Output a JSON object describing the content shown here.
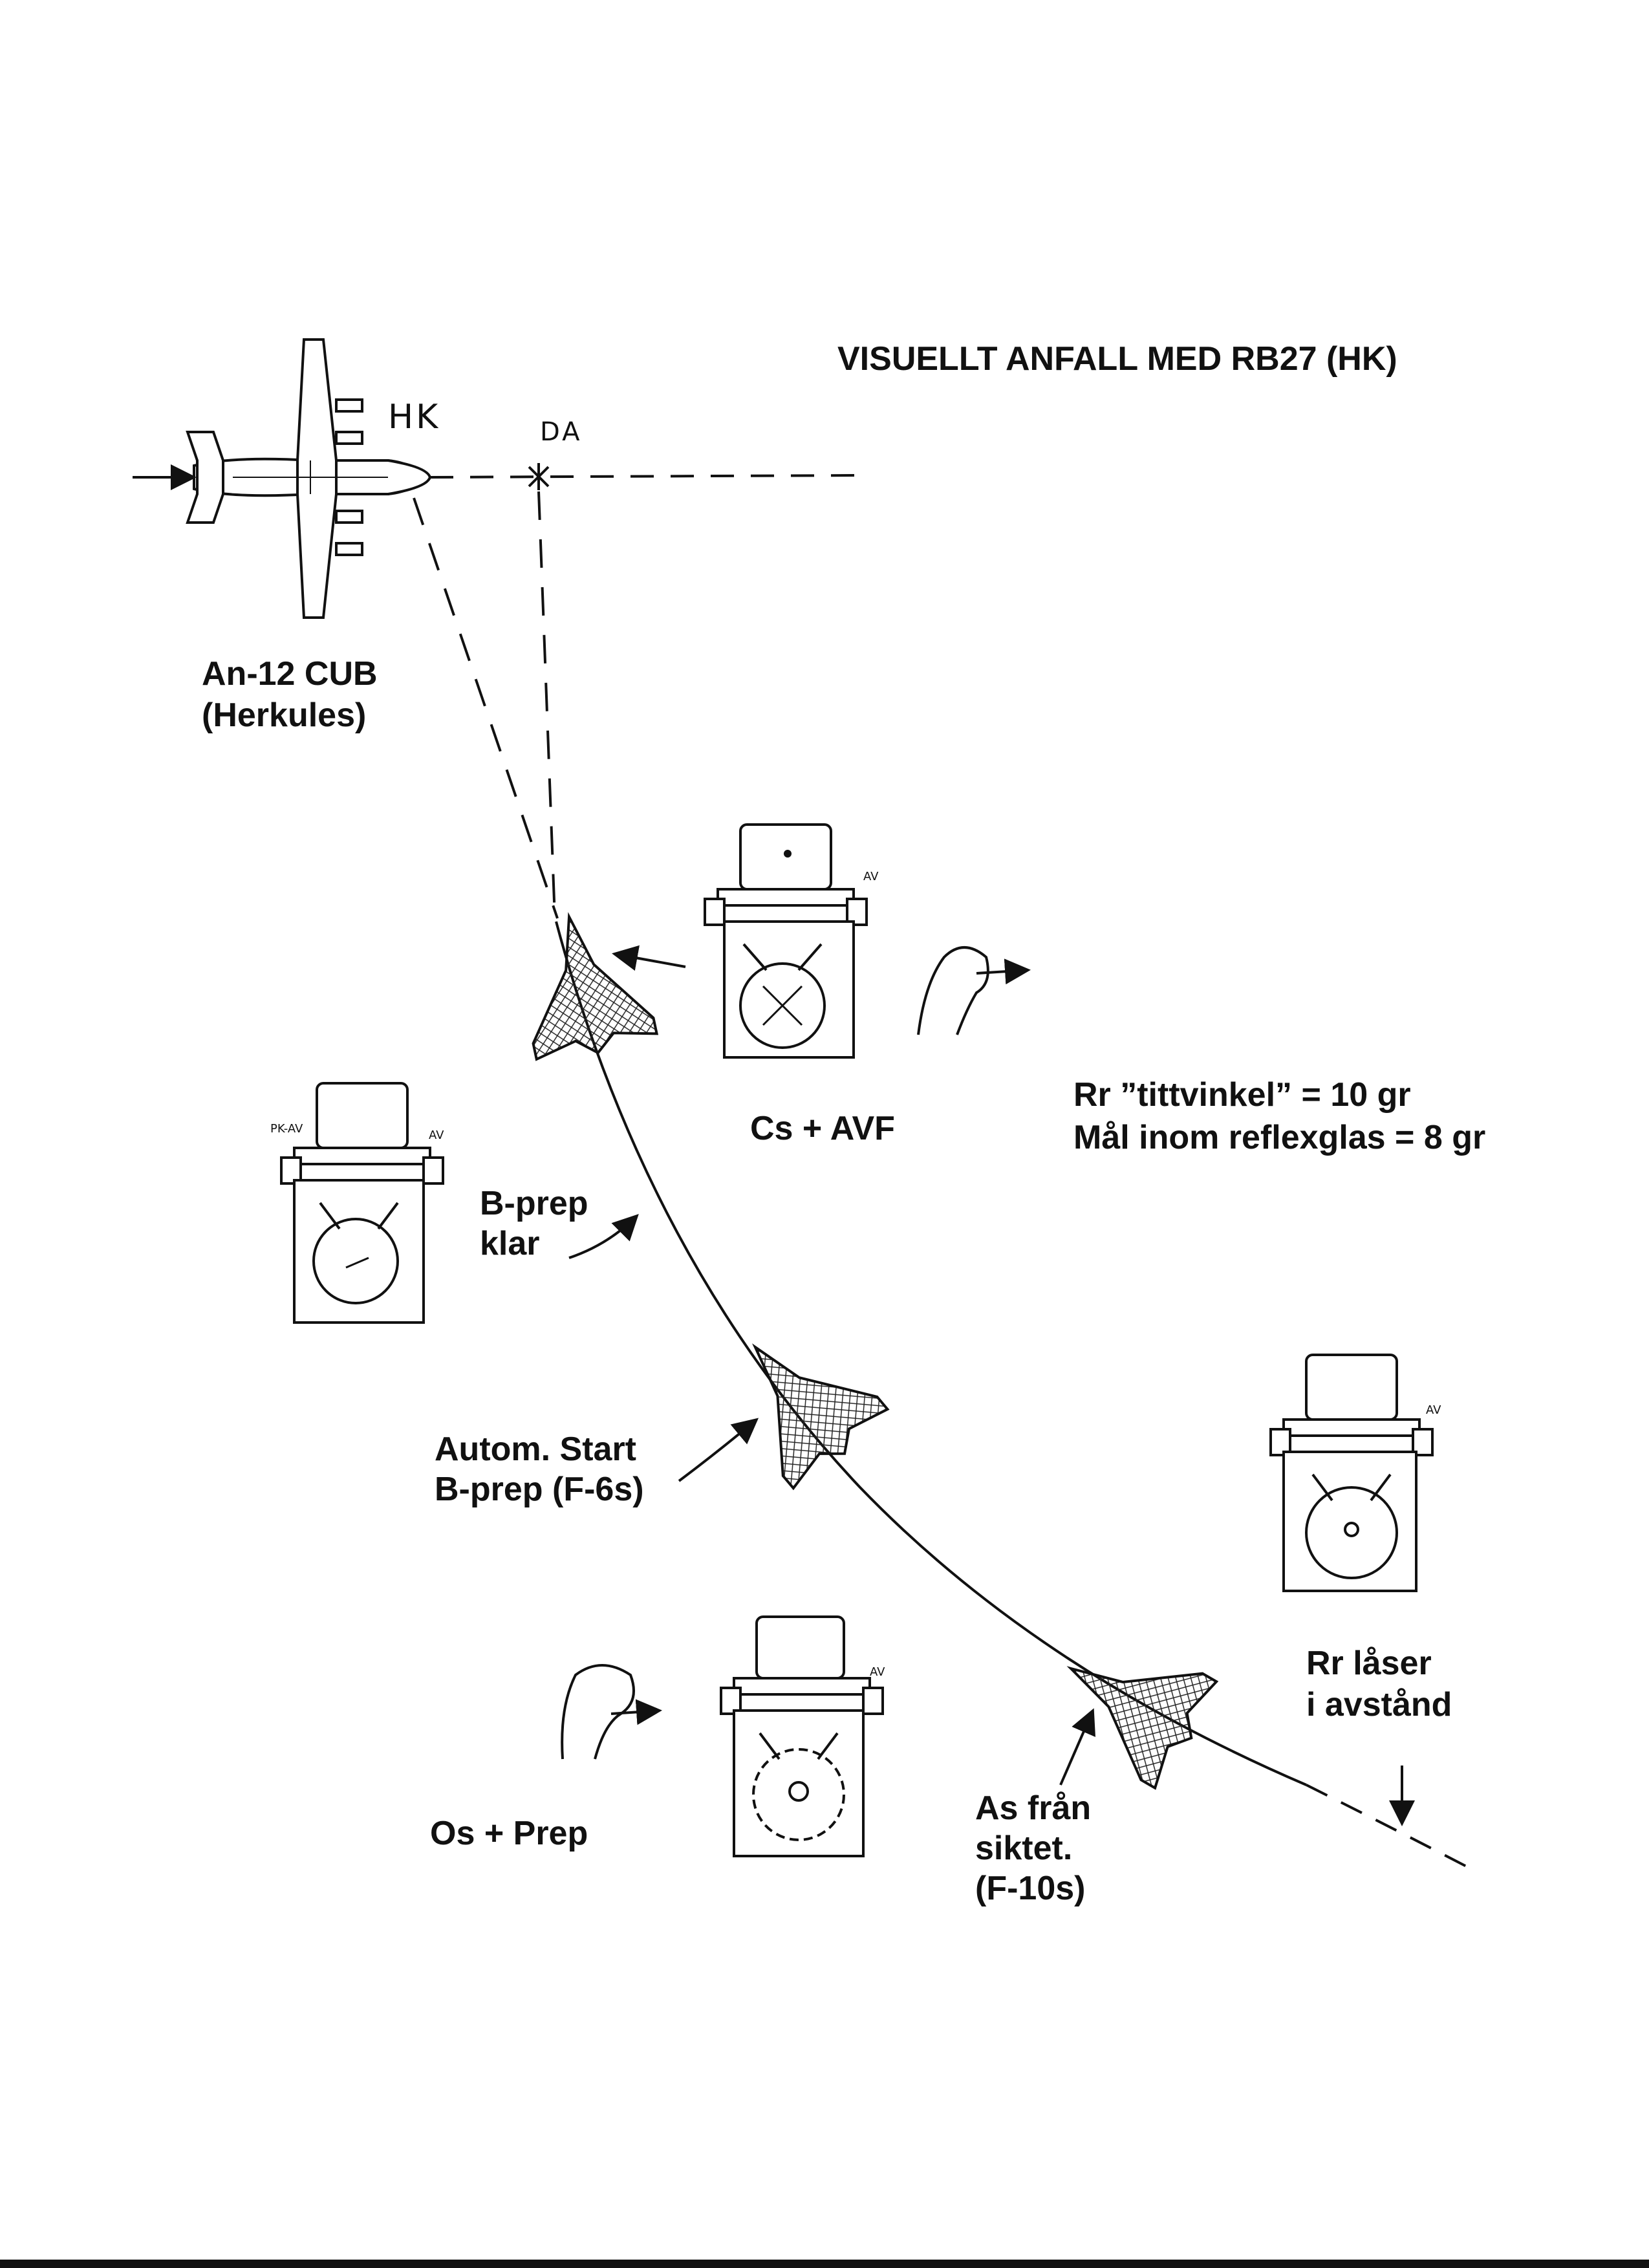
{
  "title": "VISUELLT ANFALL MED RB27 (HK)",
  "target": {
    "name_line1": "An-12 CUB",
    "name_line2": "(Herkules)",
    "hk_mark": "HK",
    "da_mark": "DA"
  },
  "labels": {
    "cs_avf": "Cs + AVF",
    "bprep_line1": "B-prep",
    "bprep_line2": "klar",
    "autom_line1": "Autom. Start",
    "autom_line2": "B-prep (F-6s)",
    "os_prep": "Os + Prep",
    "as_line1": "As från",
    "as_line2": "siktet.",
    "as_line3": "(F-10s)",
    "rr_line1": "Rr låser",
    "rr_line2": "i avstånd"
  },
  "notes": {
    "line1": "Rr ”tittvinkel” = 10 gr",
    "line2": "Mål inom reflexglas = 8 gr"
  },
  "instrument_marks": {
    "av": "AV",
    "pk_av": "PK-AV"
  }
}
